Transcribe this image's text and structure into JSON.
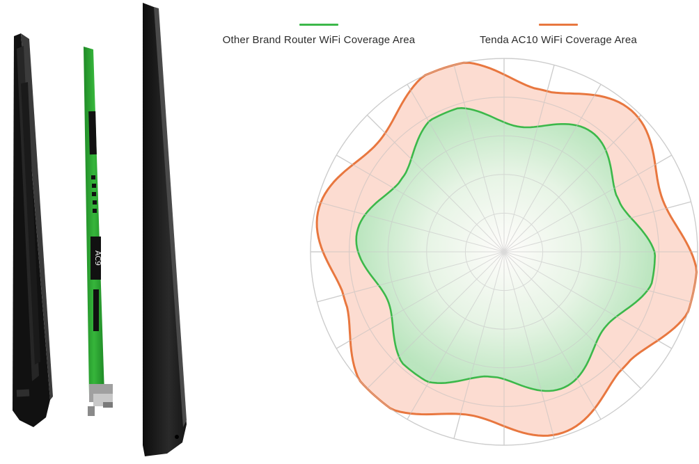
{
  "legend": [
    {
      "label": "Other Brand Router WiFi Coverage Area",
      "color": "#3cb84a"
    },
    {
      "label": "Tenda AC10 WiFi Coverage Area",
      "color": "#e8773f"
    }
  ],
  "antenna": {
    "board_label": "AC9",
    "housing_color": "#1f1f1f",
    "board_color": "#2fa82f"
  },
  "chart_data": {
    "type": "polar-area",
    "rings": 5,
    "spokes": 24,
    "series": [
      {
        "name": "Other Brand Router WiFi Coverage Area",
        "color": "#3cb84a",
        "fill": "#b8e8bf",
        "relative_radius_range": [
          0.65,
          0.78
        ]
      },
      {
        "name": "Tenda AC10 WiFi Coverage Area",
        "color": "#e8773f",
        "fill": "#fbd2c4",
        "relative_radius_range": [
          0.86,
          1.0
        ]
      }
    ]
  }
}
